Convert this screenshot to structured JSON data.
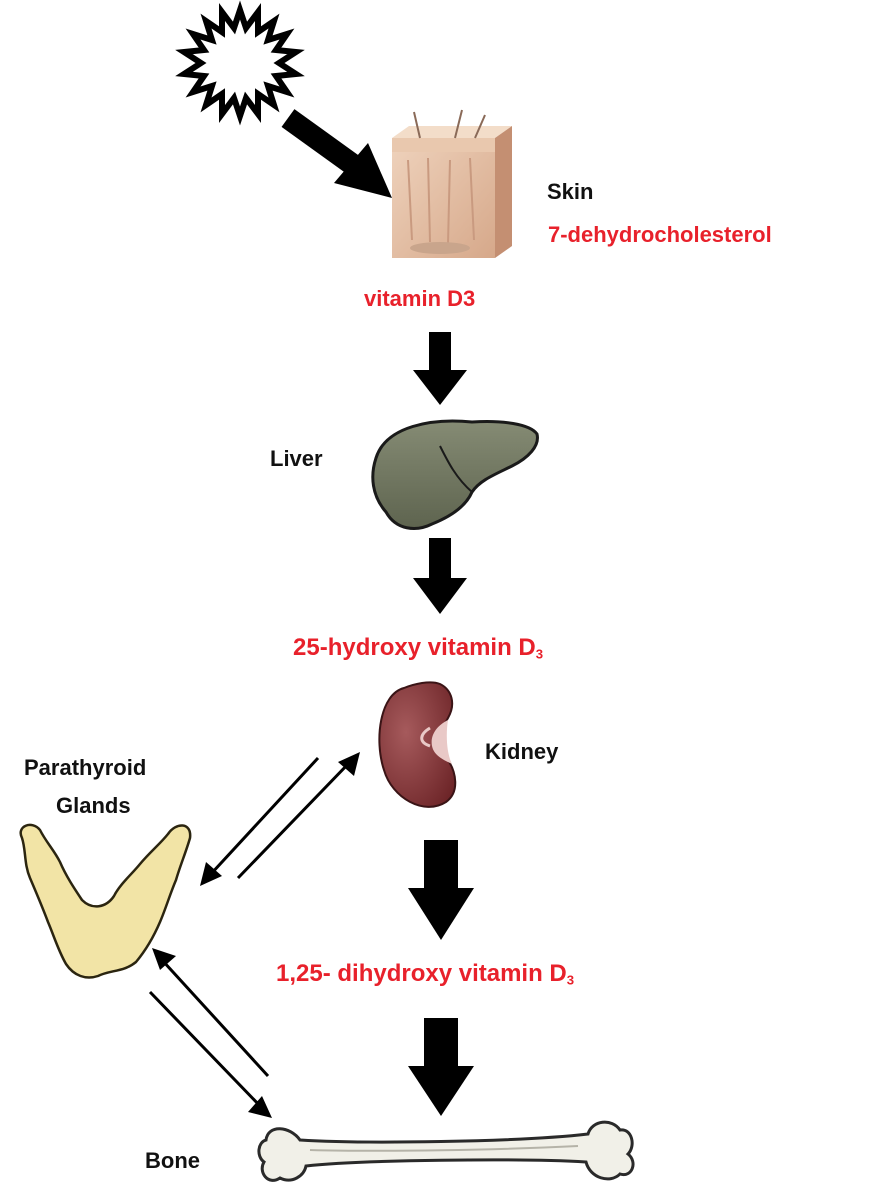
{
  "labels": {
    "skin": "Skin",
    "precursor": "7-dehydrocholesterol",
    "vitamin_d3": "vitamin D3",
    "liver": "Liver",
    "hydroxy_prefix": "25-hydroxy vitamin D",
    "hydroxy_sub": "3",
    "kidney": "Kidney",
    "parathyroid_line1": "Parathyroid",
    "parathyroid_line2": "Glands",
    "dihydroxy_prefix": "1,25- dihydroxy vitamin D",
    "dihydroxy_sub": "3",
    "bone": "Bone"
  },
  "icons": [
    "sun-icon",
    "skin-icon",
    "liver-icon",
    "kidney-icon",
    "parathyroid-icon",
    "bone-icon"
  ],
  "colors": {
    "organ_label": "#111111",
    "compound_label": "#e8212b",
    "liver": "#6f7560",
    "kidney": "#7a2d30",
    "parathyroid": "#f2e4a6",
    "skin": "#e3bfa2",
    "bone": "#f1f0e8"
  }
}
